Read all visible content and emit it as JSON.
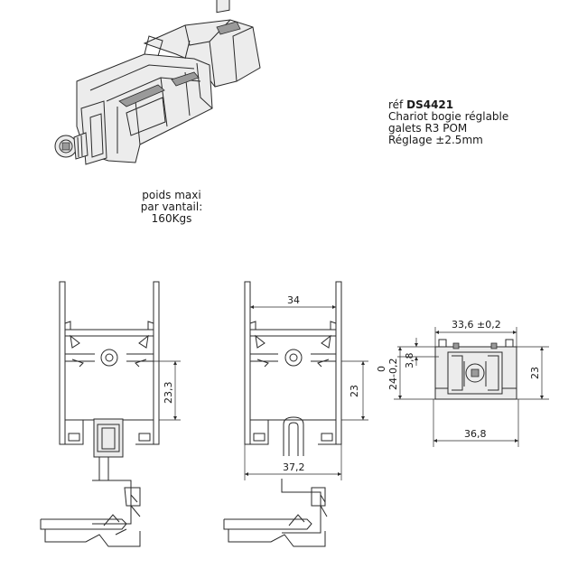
{
  "reference": {
    "prefix": "réf",
    "code": "DS4421",
    "line1": "Chariot bogie réglable",
    "line2": "galets R3 POM",
    "line3": "Réglage ±2.5mm"
  },
  "weight": {
    "line1": "poids maxi",
    "line2": "par vantail:",
    "line3": "160Kgs"
  },
  "dimensions": {
    "d_23_3": "23,3",
    "d_34": "34",
    "d_23_mid": "23",
    "d_37_2": "37,2",
    "d_33_6": "33,6 ±0,2",
    "d_3_8": "3,8",
    "d_0": "0",
    "d_24_0_2": "24-0,2",
    "d_23_right": "23",
    "d_36_8": "36,8"
  }
}
